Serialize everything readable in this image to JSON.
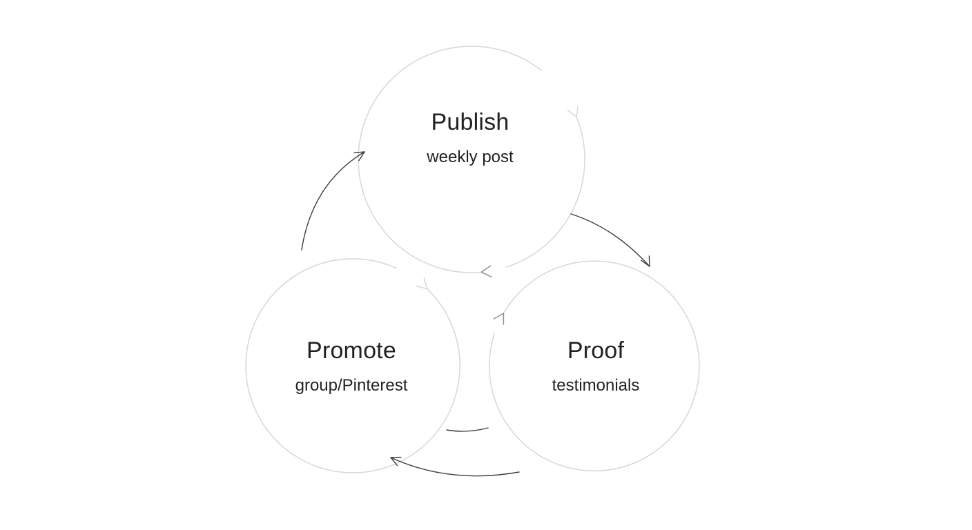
{
  "diagram": {
    "type": "cycle",
    "nodes": [
      {
        "id": "publish",
        "title": "Publish",
        "subtitle": "weekly post",
        "position": "top"
      },
      {
        "id": "promote",
        "title": "Promote",
        "subtitle": "group/Pinterest",
        "position": "bottom-left"
      },
      {
        "id": "proof",
        "title": "Proof",
        "subtitle": "testimonials",
        "position": "bottom-right"
      }
    ],
    "edges": [
      {
        "from": "publish",
        "to": "proof"
      },
      {
        "from": "proof",
        "to": "promote"
      },
      {
        "from": "promote",
        "to": "publish"
      }
    ],
    "colors": {
      "background": "#ffffff",
      "circle_stroke": "#d9d9d9",
      "mid_stroke": "#8f8f8f",
      "arrow_stroke": "#3d3d3d",
      "text": "#222222"
    }
  }
}
